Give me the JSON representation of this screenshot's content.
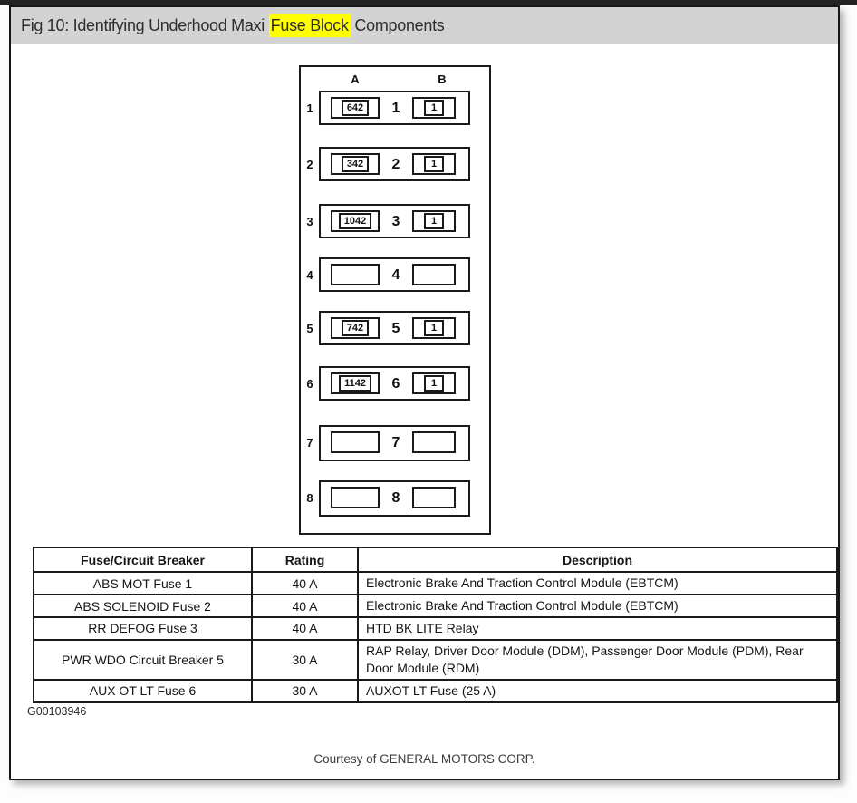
{
  "window": {
    "title_prefix": "Fig 10: Identifying Underhood Maxi ",
    "title_highlight": "Fuse Block",
    "title_suffix": " Components",
    "highlight_color": "#ffff00",
    "title_bar_color": "#d3d3d3"
  },
  "diagram": {
    "column_labels": {
      "a": "A",
      "b": "B"
    },
    "rows": [
      {
        "index": "1",
        "a_value": "642",
        "b_value": "1"
      },
      {
        "index": "2",
        "a_value": "342",
        "b_value": "1"
      },
      {
        "index": "3",
        "a_value": "1042",
        "b_value": "1"
      },
      {
        "index": "4",
        "a_value": "",
        "b_value": ""
      },
      {
        "index": "5",
        "a_value": "742",
        "b_value": "1"
      },
      {
        "index": "6",
        "a_value": "1142",
        "b_value": "1"
      },
      {
        "index": "7",
        "a_value": "",
        "b_value": ""
      },
      {
        "index": "8",
        "a_value": "",
        "b_value": ""
      }
    ]
  },
  "table": {
    "headers": [
      "Fuse/Circuit Breaker",
      "Rating",
      "Description"
    ],
    "rows": [
      [
        "ABS MOT Fuse 1",
        "40 A",
        "Electronic Brake And Traction Control Module (EBTCM)"
      ],
      [
        "ABS SOLENOID Fuse 2",
        "40 A",
        "Electronic Brake And Traction Control Module (EBTCM)"
      ],
      [
        "RR DEFOG Fuse 3",
        "40 A",
        "HTD BK LITE Relay"
      ],
      [
        "PWR WDO Circuit Breaker 5",
        "30 A",
        "RAP Relay, Driver Door Module (DDM), Passenger Door Module (PDM), Rear Door Module (RDM)"
      ],
      [
        "AUX OT LT Fuse 6",
        "30 A",
        "AUXOT LT Fuse (25 A)"
      ]
    ]
  },
  "figure_id": "G00103946",
  "courtesy": "Courtesy of GENERAL MOTORS CORP."
}
